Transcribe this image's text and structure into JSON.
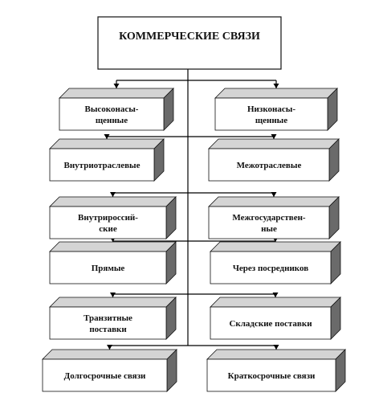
{
  "diagram": {
    "title": "КОММЕРЧЕСКИЕ СВЯЗИ",
    "pairs": [
      {
        "left": [
          "Высоконасы-",
          "щенные"
        ],
        "right": [
          "Низконасы-",
          "щенные"
        ]
      },
      {
        "left": [
          "Внутриотраслевые"
        ],
        "right": [
          "Межотраслевые"
        ]
      },
      {
        "left": [
          "Внутрироссий-",
          "ские"
        ],
        "right": [
          "Межгосударствен-",
          "ные"
        ]
      },
      {
        "left": [
          "Прямые"
        ],
        "right": [
          "Через посредников"
        ]
      },
      {
        "left": [
          "Транзитные",
          "поставки"
        ],
        "right": [
          "Складские поставки"
        ]
      },
      {
        "left": [
          "Долгосрочные связи"
        ],
        "right": [
          "Краткосрочные связи"
        ]
      }
    ],
    "colors": {
      "box_face": "#ffffff",
      "box_top": "#d4d4d4",
      "box_side": "#6a6a6a",
      "stroke": "#111111",
      "connector": "#000000"
    }
  }
}
